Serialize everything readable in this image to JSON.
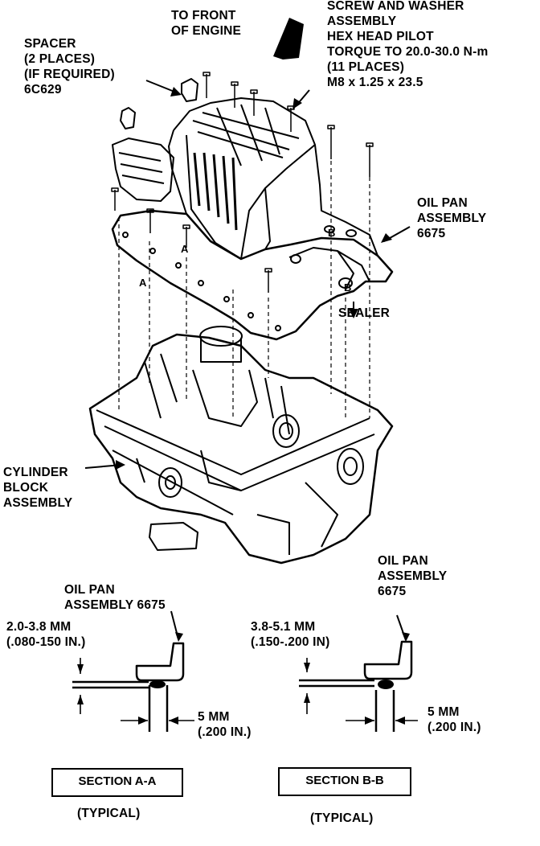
{
  "labels": {
    "to_front": "TO FRONT\nOF ENGINE",
    "screw": "SCREW AND WASHER\nASSEMBLY\nHEX HEAD PILOT\nTORQUE TO 20.0-30.0 N-m\n(11 PLACES)\nM8 x 1.25 x 23.5",
    "spacer": "SPACER\n(2 PLACES)\n(IF REQUIRED)\n6C629",
    "oil_pan_top": "OIL PAN\nASSEMBLY\n6675",
    "sealer": "SEALER",
    "cylinder_block": "CYLINDER\nBLOCK\nASSEMBLY",
    "section_a_label": "A",
    "section_a_label2": "A",
    "section_b_label": "B",
    "section_b_label2": "B"
  },
  "section_a": {
    "oil_pan": "OIL PAN\nASSEMBLY 6675",
    "gap": "2.0-3.8 MM\n(.080-150 IN.)",
    "width": "5 MM\n(.200 IN.)",
    "title": "SECTION A-A",
    "typical": "(TYPICAL)"
  },
  "section_b": {
    "oil_pan": "OIL PAN\nASSEMBLY\n6675",
    "gap": "3.8-5.1 MM\n(.150-.200 IN)",
    "width": "5 MM\n(.200 IN.)",
    "title": "SECTION B-B",
    "typical": "(TYPICAL)"
  }
}
